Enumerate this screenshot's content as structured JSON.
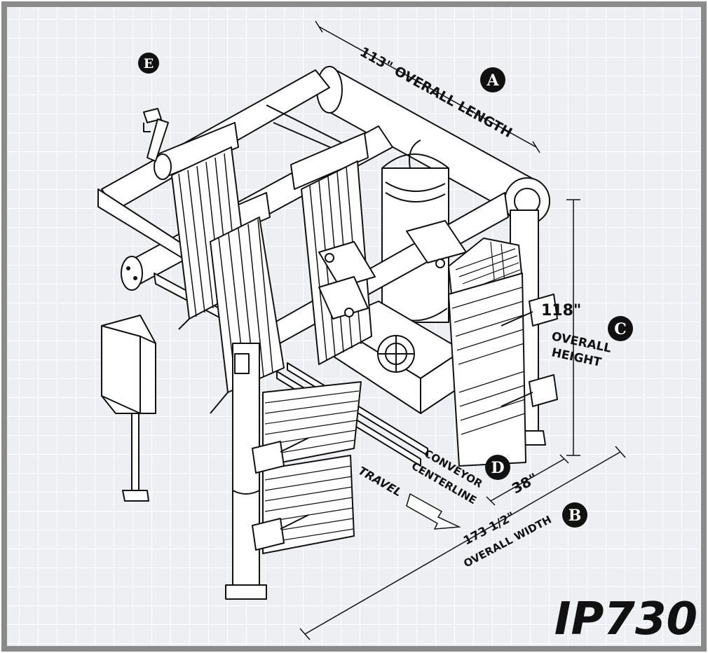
{
  "model": "IP730",
  "dimensions": {
    "length": "113\" OVERALL LENGTH",
    "height_value": "118\"",
    "height_line1": "OVERALL",
    "height_line2": "HEIGHT",
    "width_value": "173 1/2\"",
    "width_label": "OVERALL WIDTH",
    "depth_value": "38\""
  },
  "annotations": {
    "conveyor_line1": "CONVEYOR",
    "conveyor_line2": "CENTERLINE",
    "travel": "TRAVEL"
  },
  "markers": {
    "a": "A",
    "b": "B",
    "c": "C",
    "d": "D",
    "e": "E"
  },
  "colors": {
    "background": "#eeeff3",
    "grid": "#ffffff",
    "frame": "#8a8a8a",
    "ink": "#111111"
  }
}
